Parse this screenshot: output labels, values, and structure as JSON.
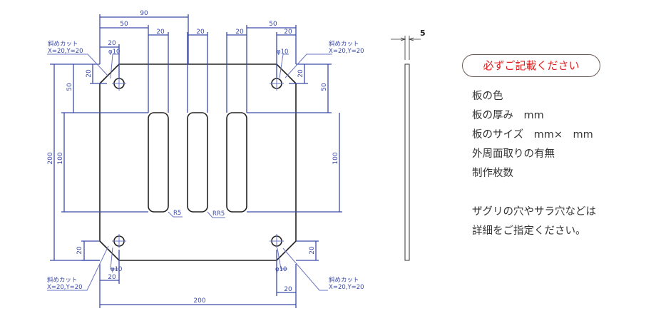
{
  "drawing": {
    "dims_top": {
      "d90": "90",
      "d50_left": "50",
      "d20_slot1": "20",
      "d20_slot2": "20",
      "d20_slot3": "20",
      "d20_hole_left": "20",
      "d50_right": "50",
      "d20_hole_right": "20"
    },
    "dims_left": {
      "d200": "200",
      "d100": "100",
      "d50": "50",
      "d20": "20",
      "d20_bottom": "20"
    },
    "dims_right": {
      "d20": "20",
      "d50": "50",
      "d100": "100",
      "d20_bottom": "20"
    },
    "dims_bottom": {
      "d200": "200",
      "d20_left": "20",
      "d20_right": "20"
    },
    "hole_label": "φ10",
    "radius_labels": [
      "R5",
      "RR5"
    ],
    "chamfer_label_line1": "斜めカット",
    "chamfer_label_line2": "X=20,Y=20",
    "thickness": "5"
  },
  "panel": {
    "notice": "必ずご記載ください",
    "items": [
      "板の色",
      "板の厚み　mm",
      "板のサイズ　mm×　mm",
      "外周面取りの有無",
      "制作枚数"
    ],
    "note_lines": [
      "ザグリの穴やサラ穴などは",
      "詳細をご指定ください。"
    ]
  },
  "colors": {
    "dimension": "#3a4aa8",
    "notice": "#e02020",
    "outline": "#222222"
  }
}
